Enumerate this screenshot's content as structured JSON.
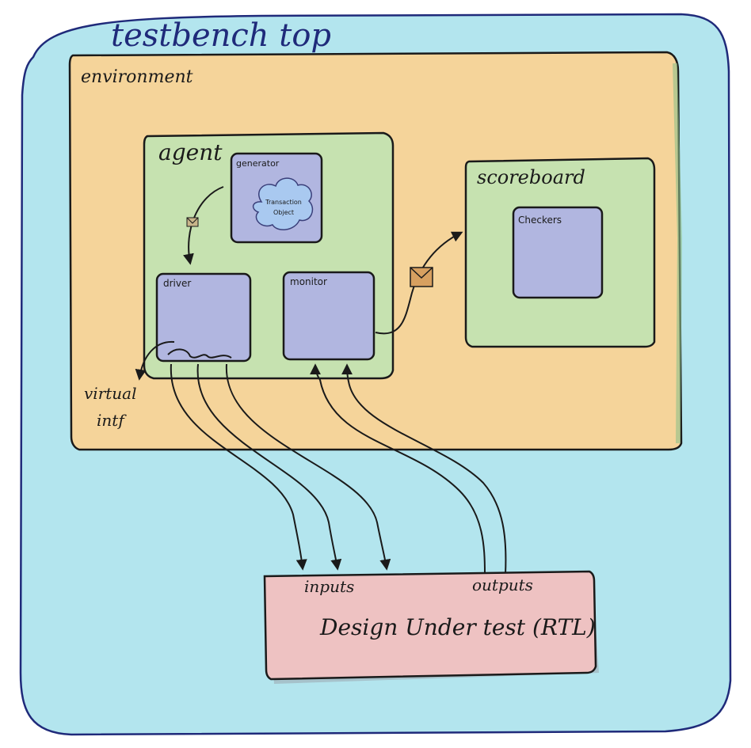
{
  "labels": {
    "testbench_top": "testbench top",
    "environment": "environment",
    "agent": "agent",
    "generator": "generator",
    "transaction_line1": "Transaction",
    "transaction_line2": "Object",
    "driver": "driver",
    "monitor": "monitor",
    "scoreboard": "scoreboard",
    "checkers": "Checkers",
    "virtual_line1": "virtual",
    "virtual_line2": "intf",
    "inputs": "inputs",
    "outputs": "outputs",
    "dut": "Design Under test (RTL)"
  },
  "colors": {
    "testbench": "#b3e5ee",
    "environment": "#f5d49a",
    "agent": "#c6e2b0",
    "scoreboard": "#c6e2b0",
    "component": "#b1b6e0",
    "transaction": "#a9c9f0",
    "dut": "#eec2c2",
    "envelope": "#d7a060",
    "stroke": "#1a1a1a",
    "title": "#1f2a7a"
  }
}
